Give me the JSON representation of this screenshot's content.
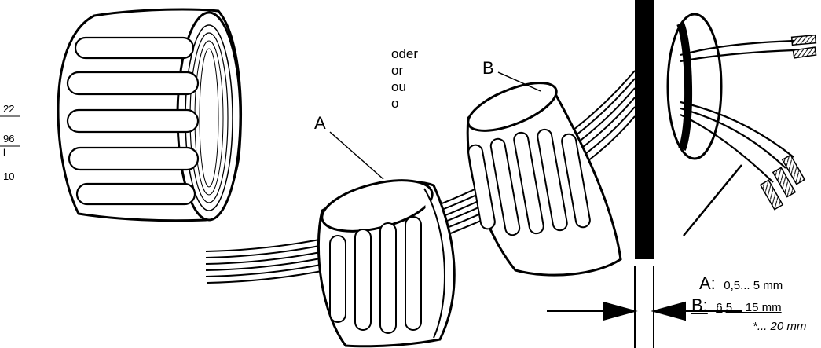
{
  "left_edge_fragments": [
    "22",
    "96",
    "l",
    "10"
  ],
  "or_words": [
    "oder",
    "or",
    "ou",
    "o"
  ],
  "callouts": {
    "a": "A",
    "b": "B"
  },
  "specs": [
    {
      "key": "A:",
      "value": "0,5... 5 mm"
    },
    {
      "key": "B:",
      "value": "6,5... 15 mm"
    }
  ],
  "spec_note": "*... 20 mm"
}
